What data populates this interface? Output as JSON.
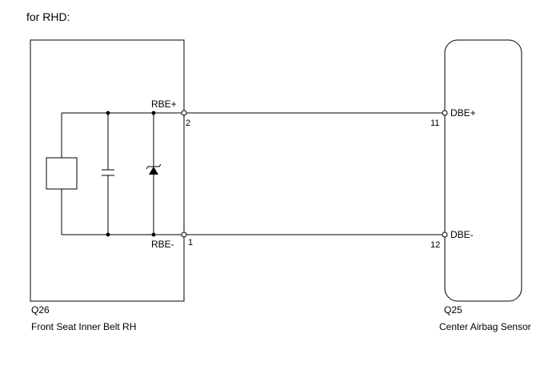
{
  "heading": "for RHD:",
  "left_component": {
    "code": "Q26",
    "name": "Front Seat Inner Belt RH",
    "terminals": [
      {
        "signal": "RBE+",
        "pin": "2"
      },
      {
        "signal": "RBE-",
        "pin": "1"
      }
    ]
  },
  "right_component": {
    "code": "Q25",
    "name": "Center Airbag Sensor",
    "terminals": [
      {
        "signal": "DBE+",
        "pin": "11"
      },
      {
        "signal": "DBE-",
        "pin": "12"
      }
    ]
  }
}
